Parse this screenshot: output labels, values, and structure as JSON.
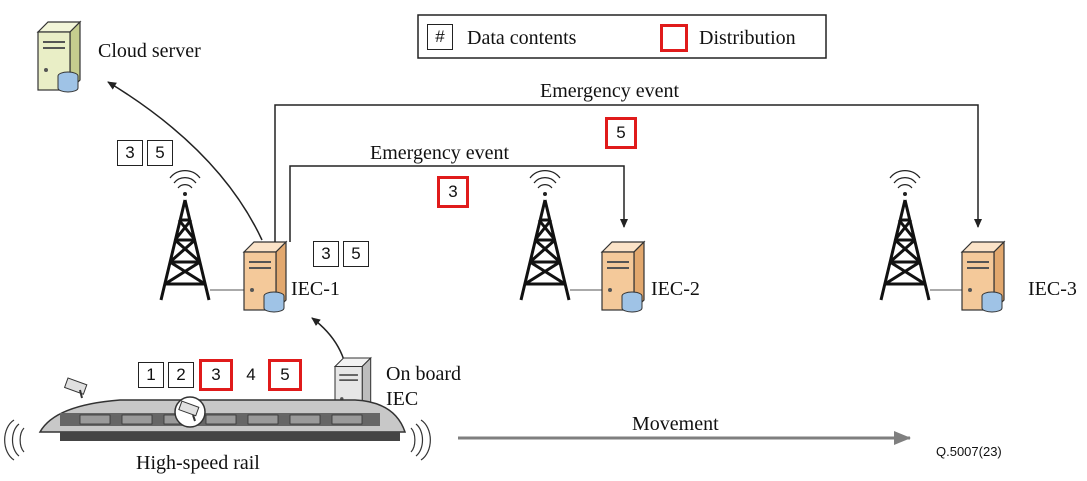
{
  "legend": {
    "hash_symbol": "#",
    "data_contents": "Data contents",
    "distribution": "Distribution",
    "distribution_color": "#e01b1b"
  },
  "labels": {
    "cloud_server": "Cloud server",
    "emergency_event_top": "Emergency event",
    "emergency_event_mid": "Emergency event",
    "iec1": "IEC-1",
    "iec2": "IEC-2",
    "iec3": "IEC-3",
    "onboard_line1": "On board",
    "onboard_line2": "IEC",
    "movement": "Movement",
    "rail": "High-speed rail",
    "figure_id": "Q.5007(23)"
  },
  "boxes": {
    "cloud_pair": [
      "3",
      "5"
    ],
    "iec1_pair": [
      "3",
      "5"
    ],
    "event_iec3": "5",
    "event_iec2": "3",
    "train_row": [
      {
        "v": "1",
        "distributed": false
      },
      {
        "v": "2",
        "distributed": false
      },
      {
        "v": "3",
        "distributed": true
      },
      {
        "v": "4",
        "distributed": false
      },
      {
        "v": "5",
        "distributed": true
      }
    ]
  },
  "colors": {
    "arrow": "#222222",
    "movement_arrow": "#7f7f7f",
    "server_body": "#f4c99a",
    "cloud_server_body": "#e9eec6",
    "onboard_server_body": "#e6e6e6",
    "db_blue": "#9fc3e6"
  }
}
